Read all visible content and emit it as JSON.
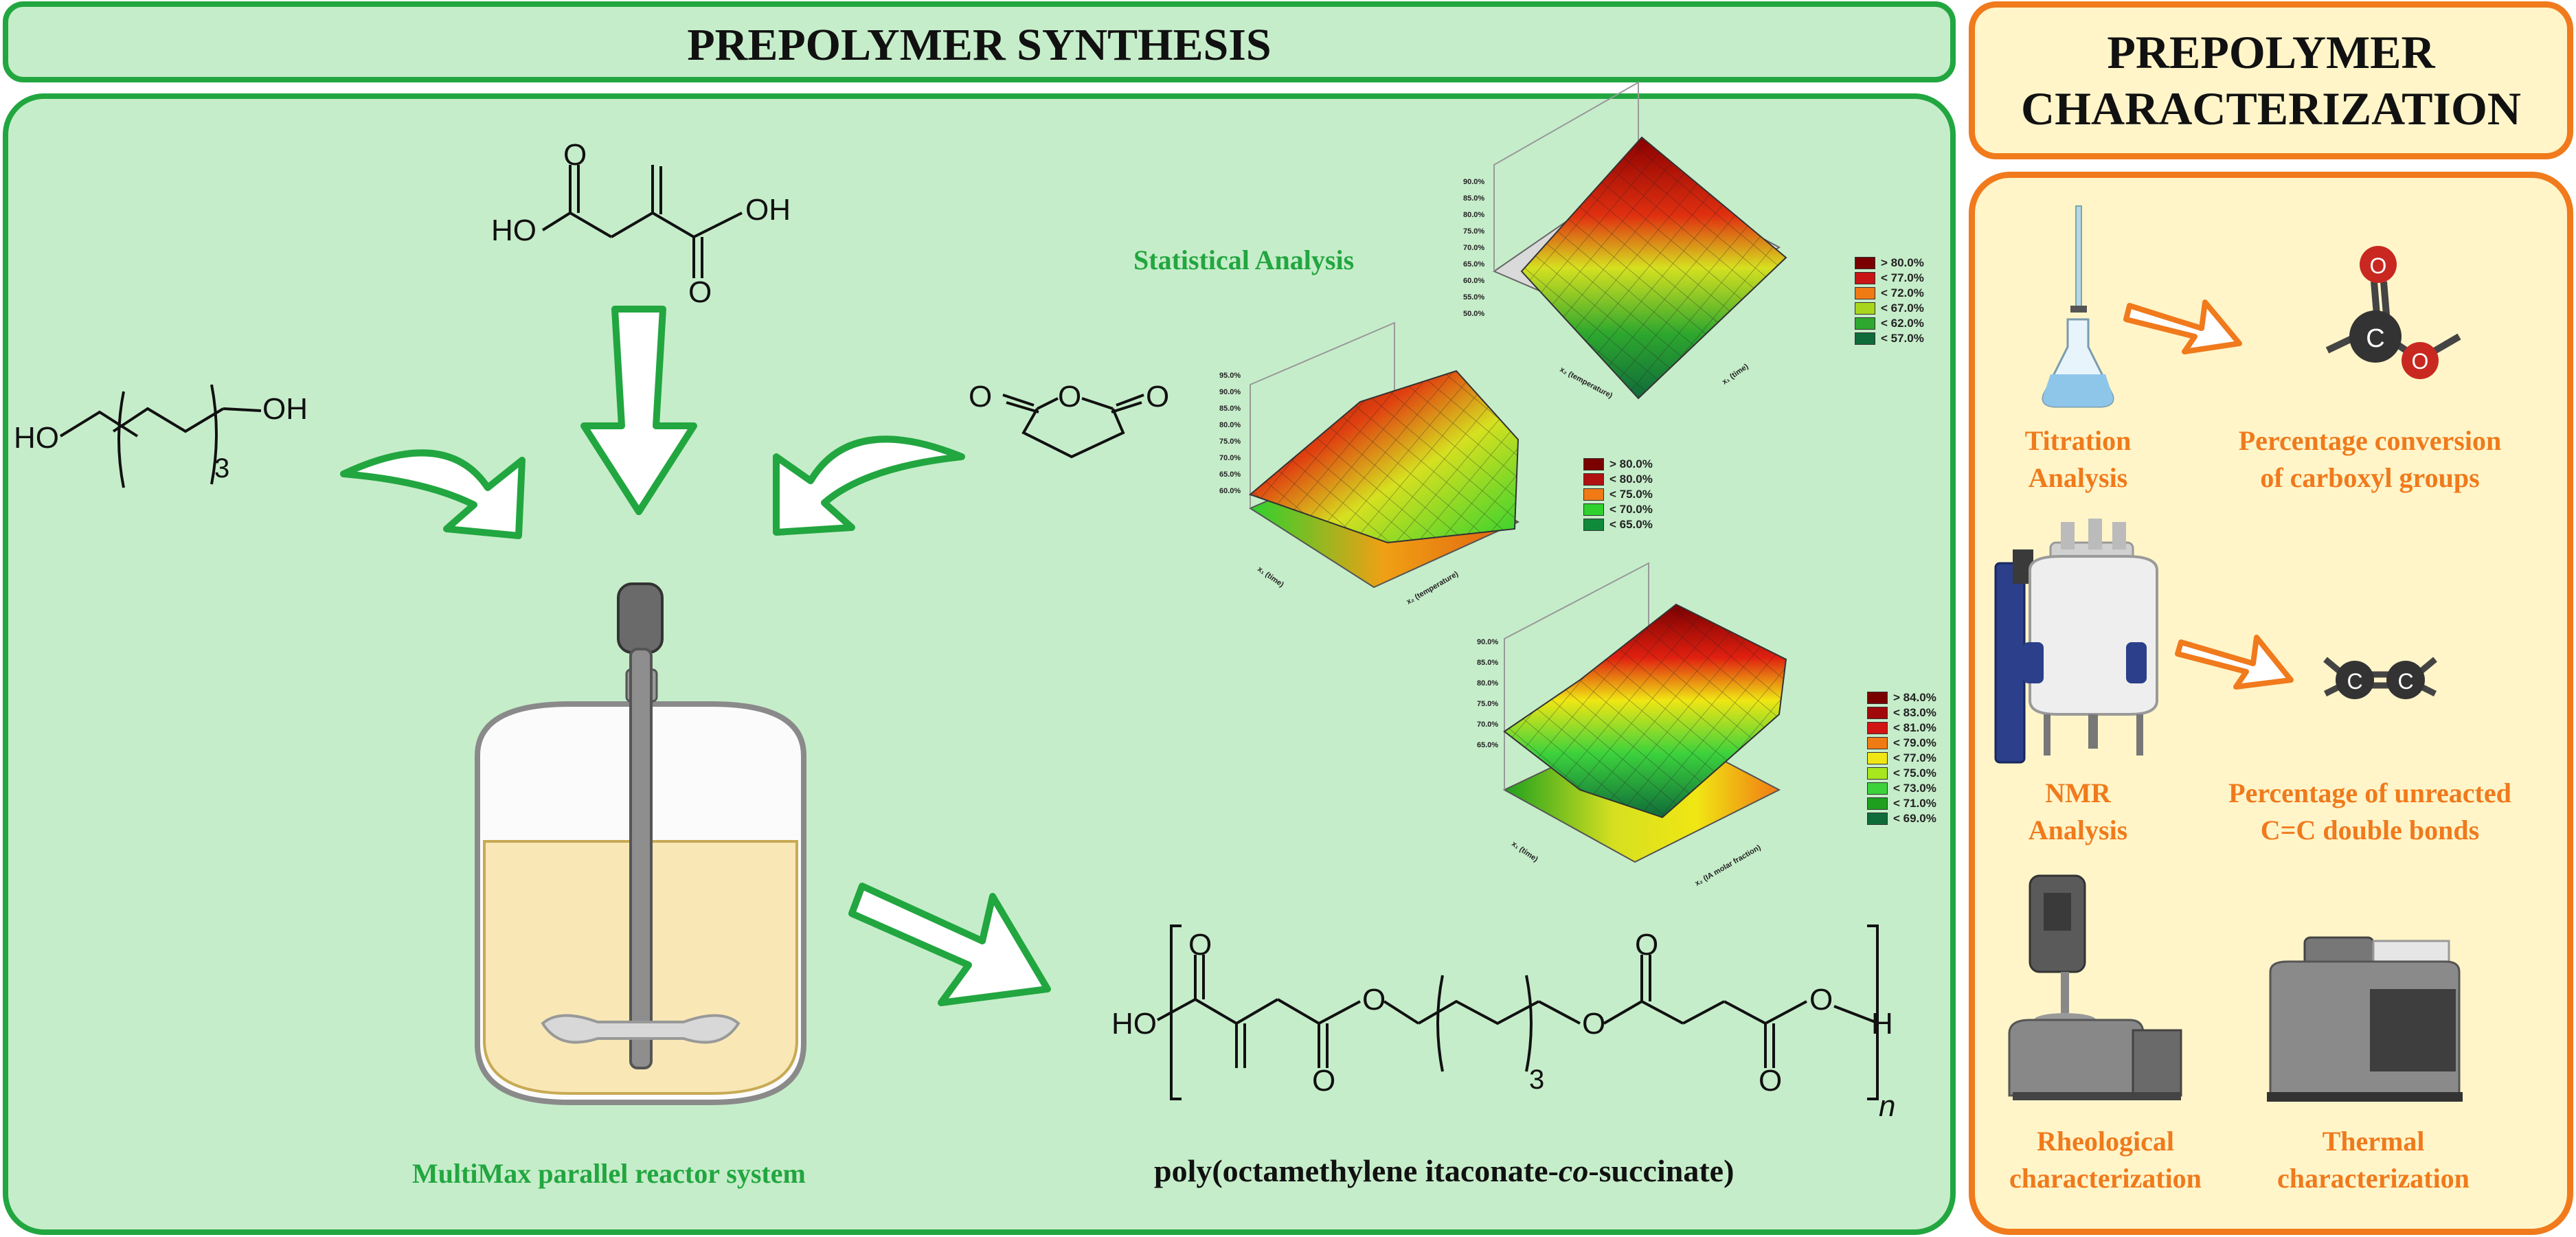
{
  "synthesis": {
    "title": "PREPOLYMER SYNTHESIS",
    "stats_label": "Statistical Analysis",
    "reactor_label": "MultiMax parallel reactor system",
    "polymer_name_pre": "poly(octamethylene itaconate-",
    "polymer_name_co": "co",
    "polymer_name_post": "-succinate)",
    "chem_labels": {
      "oh": "OH",
      "ho": "HO",
      "o": "O",
      "h": "H",
      "n": "n",
      "three": "3"
    }
  },
  "characterization": {
    "title_line1": "PREPOLYMER",
    "title_line2": "CHARACTERIZATION",
    "titration_label": "Titration\nAnalysis",
    "conversion_label": "Percentage conversion\nof carboxyl groups",
    "nmr_label": "NMR\nAnalysis",
    "unreacted_label": "Percentage of unreacted\nC=C double bonds",
    "rheological_label": "Rheological\ncharacterization",
    "thermal_label": "Thermal\ncharacterization",
    "atom_c": "C",
    "atom_o": "O"
  },
  "legends": {
    "plot1": [
      {
        "label": "> 80.0%",
        "color": "#7a0000"
      },
      {
        "label": "< 77.0%",
        "color": "#c81414"
      },
      {
        "label": "< 72.0%",
        "color": "#f07a14"
      },
      {
        "label": "< 67.0%",
        "color": "#a8d61e"
      },
      {
        "label": "< 62.0%",
        "color": "#2ea82e"
      },
      {
        "label": "< 57.0%",
        "color": "#0f6b3a"
      }
    ],
    "plot2": [
      {
        "label": "> 80.0%",
        "color": "#7a0000"
      },
      {
        "label": "< 80.0%",
        "color": "#b01010"
      },
      {
        "label": "< 75.0%",
        "color": "#f07a14"
      },
      {
        "label": "< 70.0%",
        "color": "#2ed12e"
      },
      {
        "label": "< 65.0%",
        "color": "#0f8a3a"
      }
    ],
    "plot3": [
      {
        "label": "> 84.0%",
        "color": "#7a0000"
      },
      {
        "label": "< 83.0%",
        "color": "#a00a0a"
      },
      {
        "label": "< 81.0%",
        "color": "#d21414"
      },
      {
        "label": "< 79.0%",
        "color": "#f07a14"
      },
      {
        "label": "< 77.0%",
        "color": "#f0e614"
      },
      {
        "label": "< 75.0%",
        "color": "#a8e61e"
      },
      {
        "label": "< 73.0%",
        "color": "#3cd23c"
      },
      {
        "label": "< 71.0%",
        "color": "#1ea01e"
      },
      {
        "label": "< 69.0%",
        "color": "#0f6b3a"
      }
    ]
  },
  "plot_axes": {
    "plot1": {
      "ticks": [
        "90.0%",
        "85.0%",
        "80.0%",
        "75.0%",
        "70.0%",
        "65.0%",
        "60.0%",
        "55.0%",
        "50.0%"
      ],
      "x_label": "x₁ (time)",
      "y_label": "x₂ (temperature)"
    },
    "plot2": {
      "ticks": [
        "95.0%",
        "90.0%",
        "85.0%",
        "80.0%",
        "75.0%",
        "70.0%",
        "65.0%",
        "60.0%"
      ],
      "x_label": "x₁ (time)",
      "y_label": "x₂ (temperature)"
    },
    "plot3": {
      "ticks": [
        "90.0%",
        "85.0%",
        "80.0%",
        "75.0%",
        "70.0%",
        "65.0%"
      ],
      "x_label": "x₁ (time)",
      "y_label": "x₂ (IA molar fraction)"
    }
  },
  "colors": {
    "green": "#22a640",
    "orange": "#f07a1c",
    "green_bg": "#c6edca",
    "yellow_bg": "#fff5c9"
  }
}
